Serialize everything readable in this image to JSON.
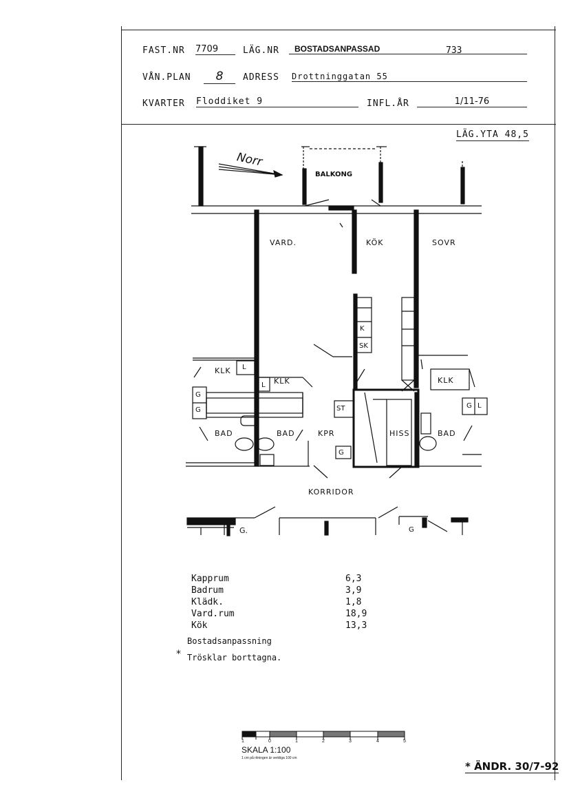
{
  "header": {
    "fast_nr_label": "FAST.NR",
    "fast_nr_value": "7709",
    "lag_nr_label": "LÄG.NR",
    "lag_nr_value": "BOSTADSANPASSAD",
    "lag_nr_number": "733",
    "van_plan_label": "VÅN.PLAN",
    "van_plan_value": "8",
    "adress_label": "ADRESS",
    "adress_value": "Drottninggatan 55",
    "kvarter_label": "KVARTER",
    "kvarter_value": "Floddiket 9",
    "infl_ar_label": "INFL.ÅR",
    "infl_ar_value": "1/11-76",
    "lag_yta": "LÄG.YTA  48,5"
  },
  "plan": {
    "north": "Norr",
    "rooms": {
      "balkong": "BALKONG",
      "vard": "VARD.",
      "kok": "KÖK",
      "sovr": "SOVR",
      "klk1": "KLK",
      "klk2": "KLK",
      "klk3": "KLK",
      "bad1": "BAD",
      "bad2": "BAD",
      "bad3": "BAD",
      "kpr": "KPR",
      "hiss": "HISS",
      "korridor": "KORRIDOR",
      "k": "K",
      "sk": "SK",
      "st": "ST",
      "l1": "L",
      "l2": "L",
      "l3": "L",
      "g1": "G",
      "g2": "G",
      "g3": "G",
      "g4": "G",
      "g5": "G.",
      "g6": "G"
    }
  },
  "areas": [
    {
      "name": "Kapprum",
      "value": "6,3"
    },
    {
      "name": "Badrum",
      "value": "3,9"
    },
    {
      "name": "Klädk.",
      "value": "1,8"
    },
    {
      "name": "Vard.rum",
      "value": "18,9"
    },
    {
      "name": "Kök",
      "value": "13,3"
    }
  ],
  "notes": {
    "title": "Bostadsanpassning",
    "star": "*",
    "line": "Trösklar borttagna."
  },
  "scale": {
    "label": "SKALA 1:100",
    "sub": "1 cm på ritningen är verkliga 100 cm",
    "ticks": [
      "1",
      "0",
      "1",
      "2",
      "3",
      "4",
      "5"
    ]
  },
  "signature": "* ÄNDR. 30/7-92"
}
